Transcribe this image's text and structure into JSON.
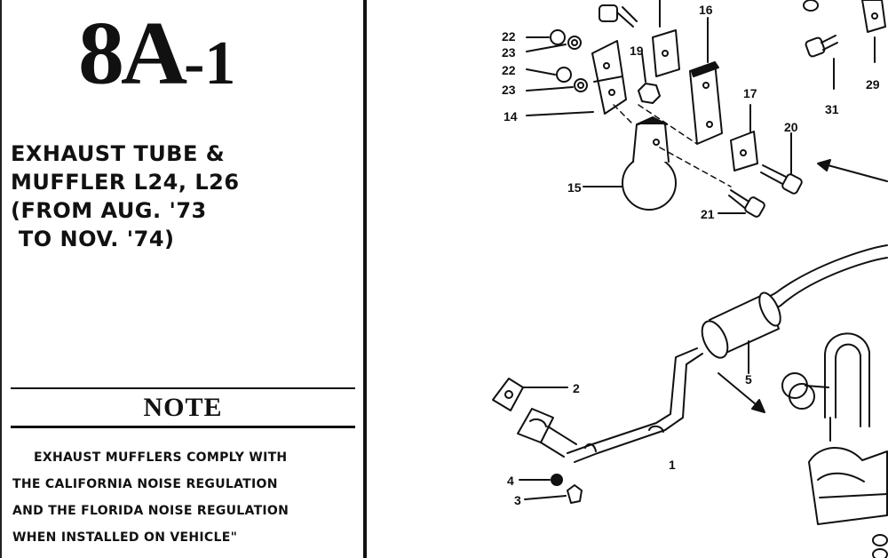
{
  "section": {
    "code_main": "8A",
    "code_sub": "-1"
  },
  "title_lines": [
    "EXHAUST TUBE &",
    "MUFFLER L24, L26",
    "(FROM AUG. '73",
    " TO NOV. '74)"
  ],
  "note": {
    "heading": "NOTE",
    "lines": [
      "EXHAUST MUFFLERS COMPLY WITH",
      "THE CALIFORNIA NOISE REGULATION",
      "AND THE FLORIDA NOISE REGULATION",
      "WHEN INSTALLED ON VEHICLE\""
    ]
  },
  "diagram": {
    "callouts": {
      "c22a": "22",
      "c23a": "23",
      "c22b": "22",
      "c23b": "23",
      "c14": "14",
      "c19": "19",
      "c16": "16",
      "c17": "17",
      "c20": "20",
      "c15": "15",
      "c21": "21",
      "c31": "31",
      "c29": "29",
      "c2": "2",
      "c5": "5",
      "c1": "1",
      "c4": "4",
      "c3": "3"
    }
  }
}
